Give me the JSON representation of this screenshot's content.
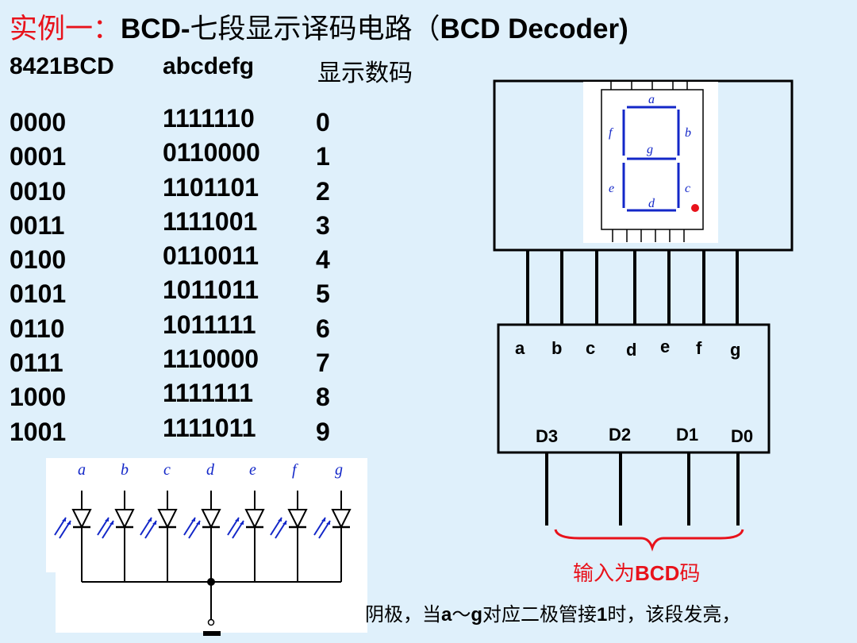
{
  "title": {
    "prefix": "实例一：",
    "main_en": "BCD-",
    "main_cn": "七段显示译码电路（",
    "main_en2": "BCD Decoder)"
  },
  "table": {
    "headers": [
      "8421BCD",
      "abcdefg",
      "显示数码"
    ],
    "rows": [
      [
        "0000",
        "1111110",
        "0"
      ],
      [
        "0001",
        "0110000",
        "1"
      ],
      [
        "0010",
        "1101101",
        "2"
      ],
      [
        "0011",
        "1111001",
        "3"
      ],
      [
        "0100",
        "0110011",
        "4"
      ],
      [
        "0101",
        "1011011",
        "5"
      ],
      [
        "0110",
        "1011111",
        "6"
      ],
      [
        "0111",
        "1110000",
        "7"
      ],
      [
        "1000",
        "1111111",
        "8"
      ],
      [
        "1001",
        "1111011",
        "9"
      ]
    ]
  },
  "display": {
    "segments": [
      "a",
      "b",
      "c",
      "d",
      "e",
      "f",
      "g"
    ]
  },
  "decoder": {
    "outputs": [
      "a",
      "b",
      "c",
      "d",
      "e",
      "f",
      "g"
    ],
    "inputs": [
      "D3",
      "D2",
      "D1",
      "D0"
    ]
  },
  "diode_labels": [
    "a",
    "b",
    "c",
    "d",
    "e",
    "f",
    "g"
  ],
  "input_note": {
    "prefix": "输入为",
    "bold": "BCD",
    "suffix": "码"
  },
  "footer": {
    "p1": "阴极，当",
    "b1": "a",
    "p2": "～",
    "b2": "g",
    "p3": "对应二极管接",
    "b3": "1",
    "p4": "时，该段发亮，"
  },
  "colors": {
    "background": "#dff0fb",
    "accent_red": "#e8121b",
    "segment_blue": "#1327c8"
  }
}
